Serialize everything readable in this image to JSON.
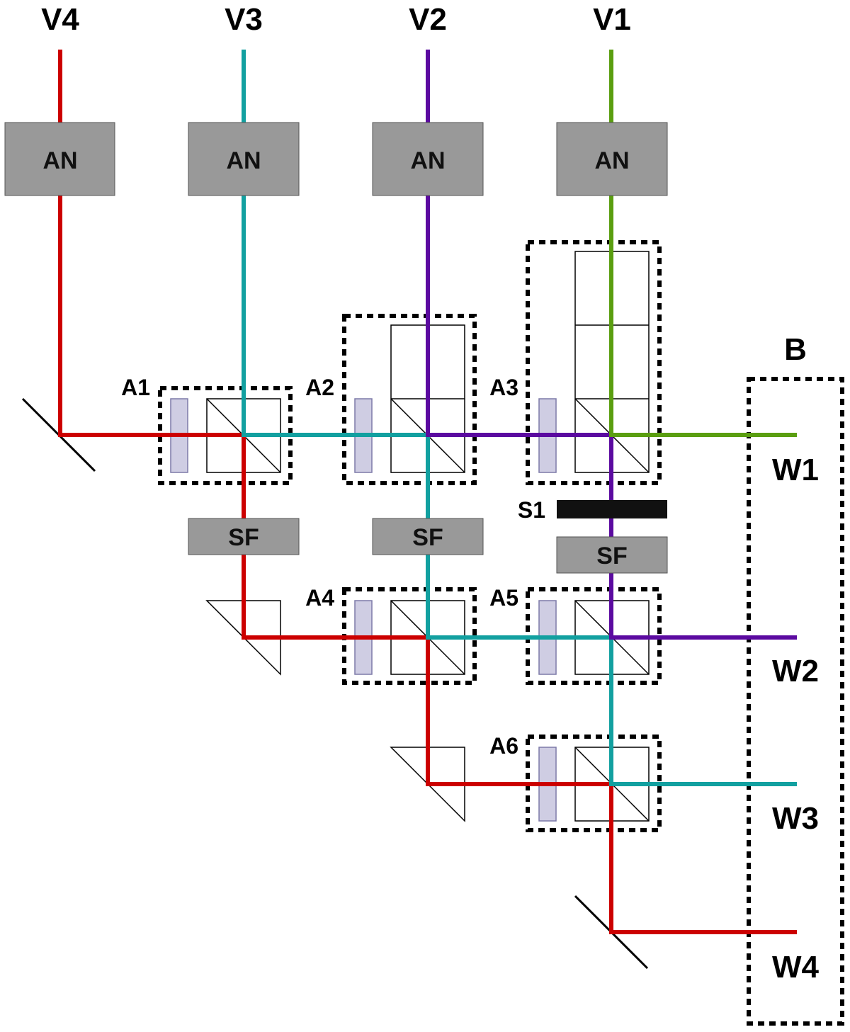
{
  "inputs": [
    "V4",
    "V3",
    "V2",
    "V1"
  ],
  "outputs": [
    "W1",
    "W2",
    "W3",
    "W4"
  ],
  "stages": [
    "A1",
    "A2",
    "A3",
    "A4",
    "A5",
    "A6"
  ],
  "box_label_an": "AN",
  "box_label_sf": "SF",
  "stop_label": "S1",
  "output_group_label": "B",
  "colors": {
    "mode_v1": "#5a9e10",
    "mode_v2": "#5b0aa0",
    "mode_v3": "#12a0a0",
    "mode_v4": "#cc0000",
    "box_fill": "#999999",
    "waveplate_fill": "#cfcde3",
    "waveplate_stroke": "#7d7aa8",
    "stop_fill": "#111111"
  }
}
